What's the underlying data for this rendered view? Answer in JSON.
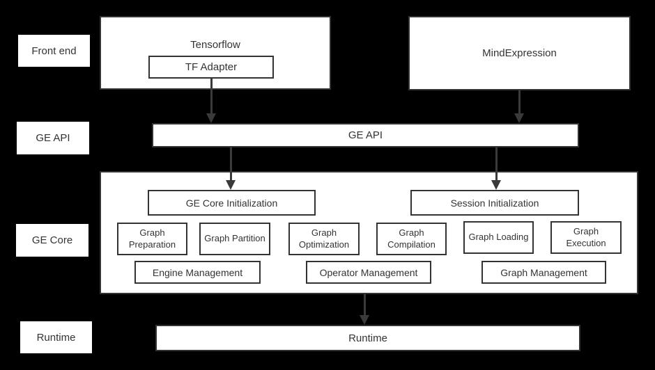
{
  "colors": {
    "background": "#000000",
    "box_fill": "#ffffff",
    "box_border": "#333333",
    "text": "#333333",
    "arrow": "#3a3a3a"
  },
  "layer_labels": {
    "front_end": "Front end",
    "ge_api": "GE API",
    "ge_core": "GE Core",
    "runtime": "Runtime"
  },
  "front_end": {
    "tensorflow_label": "Tensorflow",
    "tf_adapter_label": "TF Adapter",
    "mind_expression_label": "MindExpression"
  },
  "ge_api": {
    "bar_label": "GE API"
  },
  "ge_core": {
    "ge_core_initialization_label": "GE Core Initialization",
    "session_initialization_label": "Session Initialization",
    "modules": [
      "Graph Preparation",
      "Graph Partition",
      "Graph Optimization",
      "Graph Compilation",
      "Graph Loading",
      "Graph Execution"
    ],
    "management": [
      "Engine Management",
      "Operator Management",
      "Graph Management"
    ]
  },
  "runtime": {
    "bar_label": "Runtime"
  }
}
